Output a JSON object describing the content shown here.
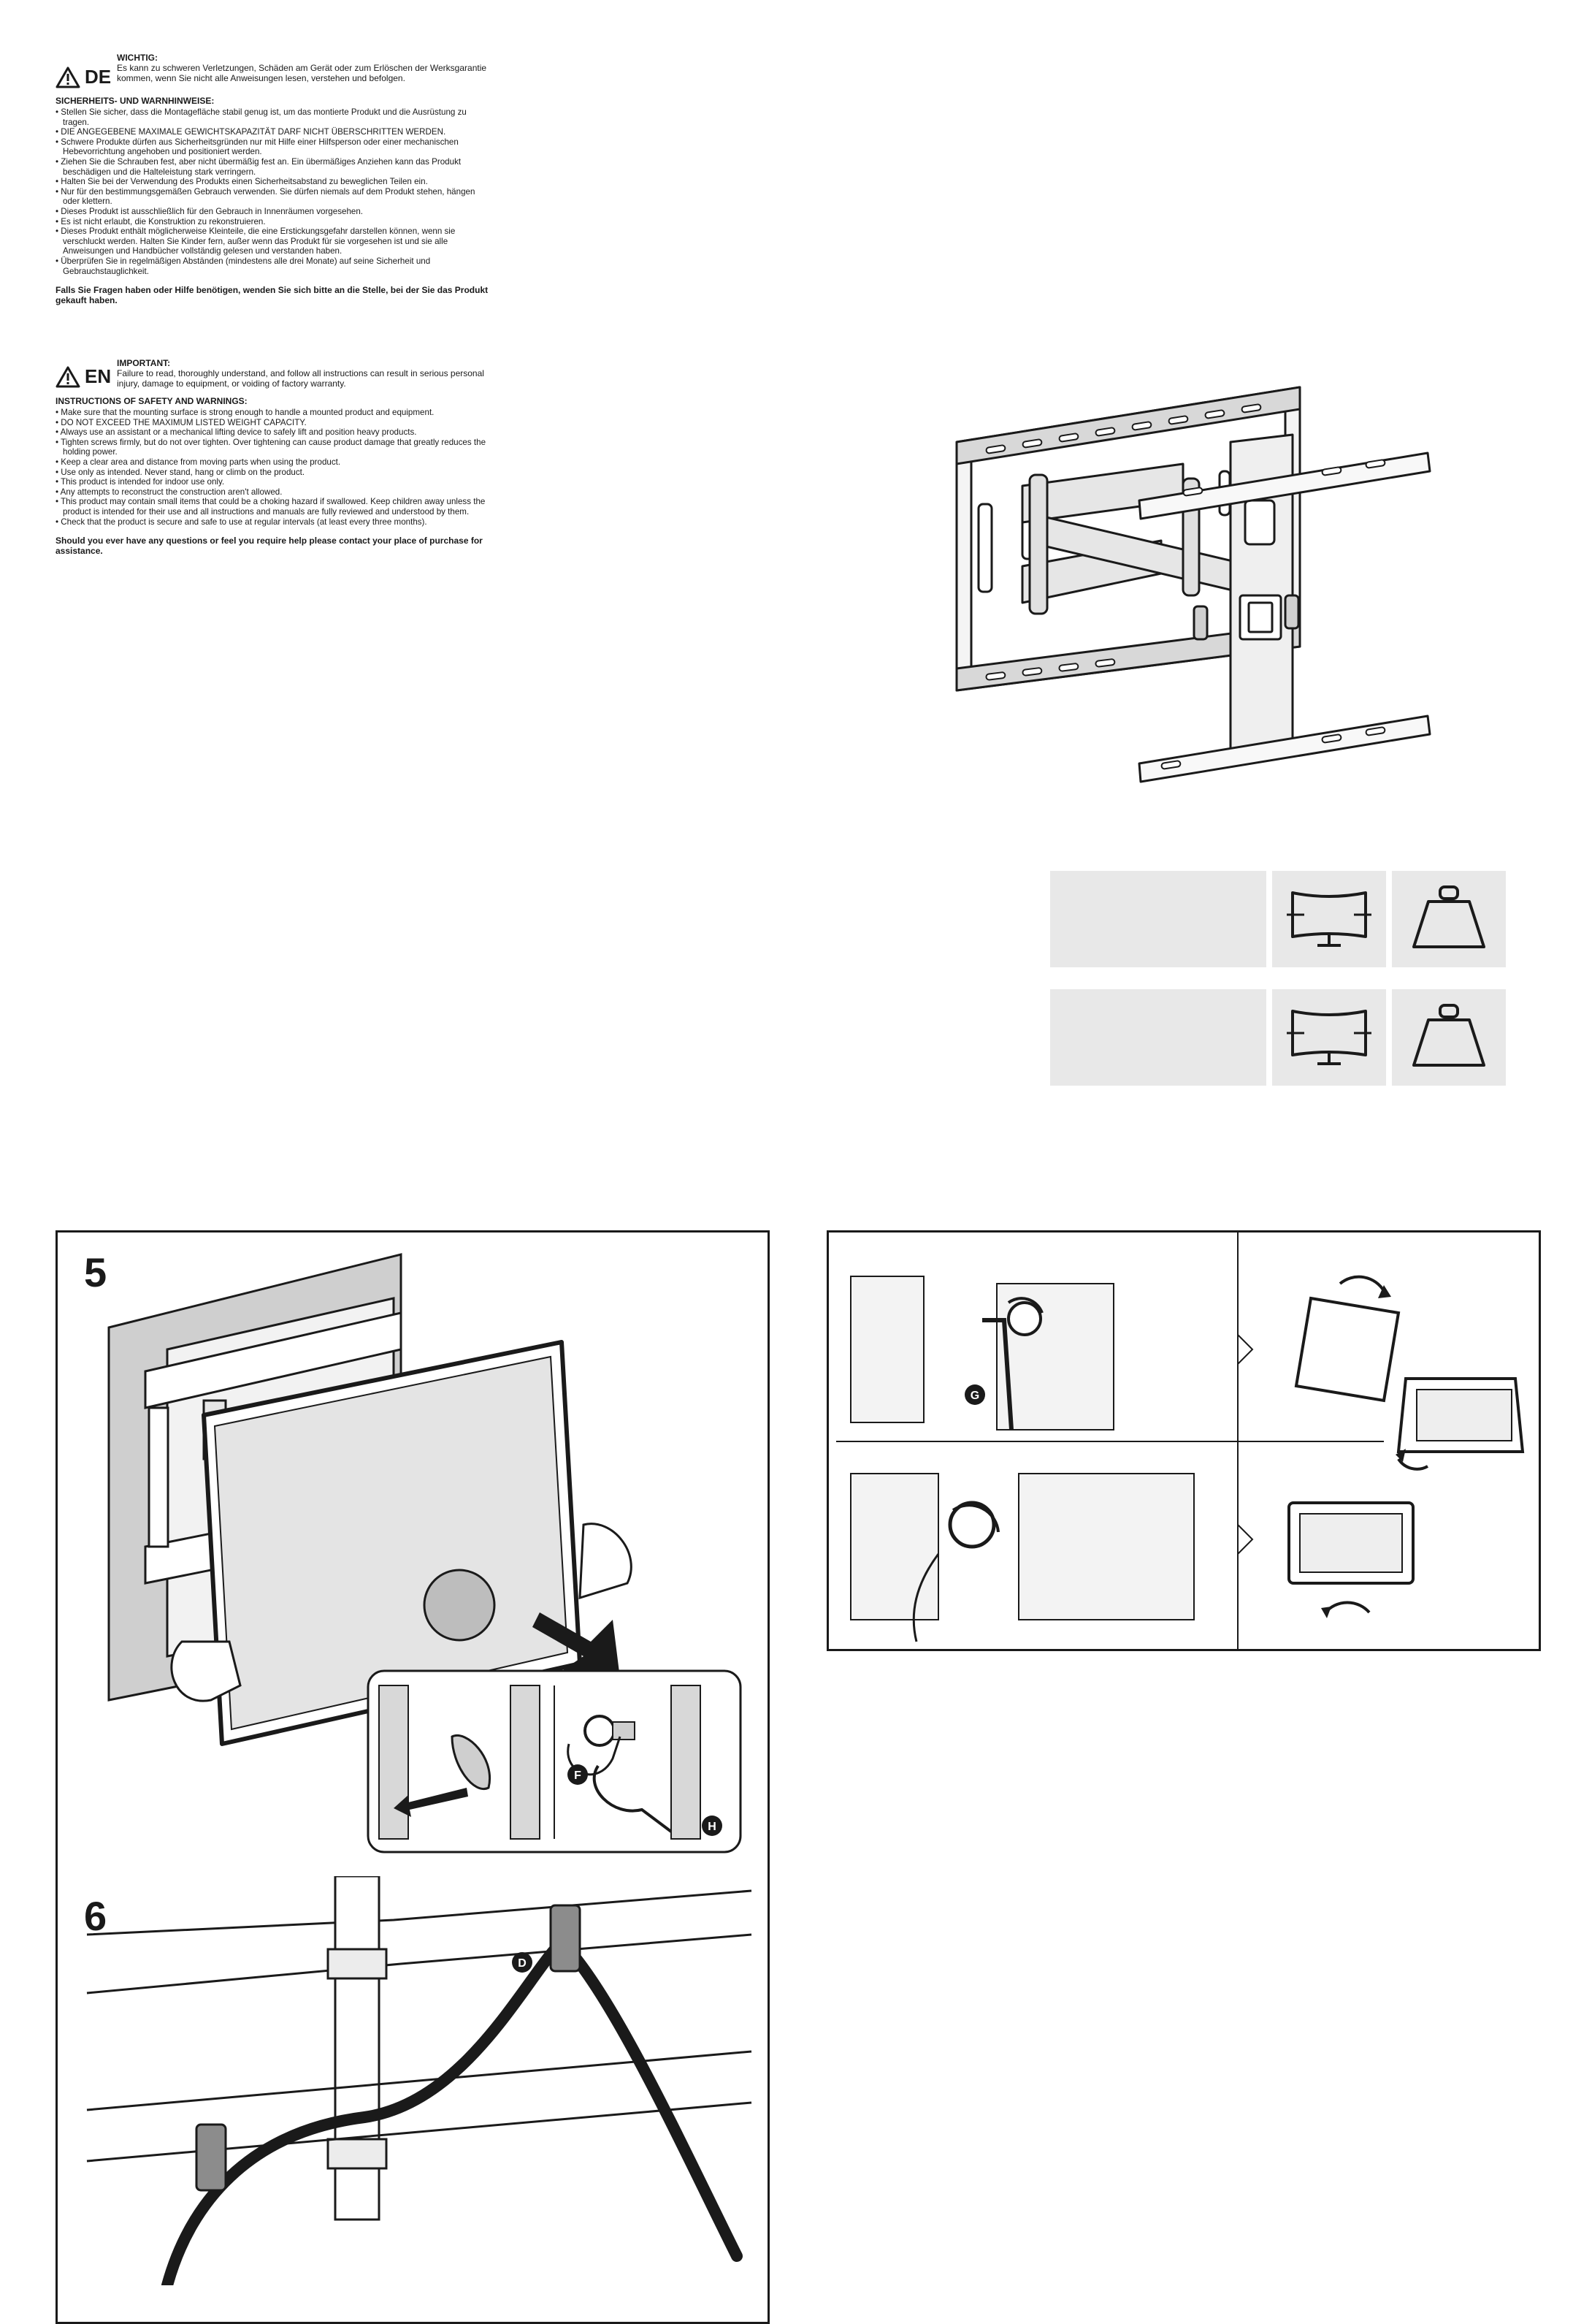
{
  "de": {
    "code": "DE",
    "important_title": "WICHTIG:",
    "important_text": "Es kann zu schweren Verletzungen, Schäden am Gerät oder zum Erlöschen der Werksgarantie kommen, wenn Sie nicht alle Anweisungen lesen, verstehen und befolgen.",
    "safety_title": "SICHERHEITS- UND WARNHINWEISE:",
    "items": [
      "Stellen Sie sicher, dass die Montagefläche stabil genug ist, um das montierte Produkt und die Ausrüstung zu tragen.",
      "DIE ANGEGEBENE MAXIMALE GEWICHTSKAPAZITÄT DARF NICHT ÜBERSCHRITTEN WERDEN.",
      "Schwere Produkte dürfen aus Sicherheitsgründen nur mit Hilfe einer Hilfsperson oder einer mechanischen Hebevorrichtung angehoben und positioniert werden.",
      "Ziehen Sie die Schrauben fest, aber nicht übermäßig fest an. Ein übermäßiges Anziehen kann das Produkt beschädigen und die Halteleistung stark verringern.",
      "Halten Sie bei der Verwendung des Produkts einen Sicherheitsabstand zu beweglichen Teilen ein.",
      "Nur für den bestimmungsgemäßen Gebrauch verwenden. Sie dürfen niemals auf dem Produkt stehen, hängen oder klettern.",
      "Dieses Produkt ist ausschließlich für den Gebrauch in Innenräumen vorgesehen.",
      "Es ist nicht erlaubt, die Konstruktion zu rekonstruieren.",
      "Dieses Produkt enthält möglicherweise Kleinteile, die eine Erstickungsgefahr darstellen können, wenn sie verschluckt werden. Halten Sie Kinder fern, außer wenn das Produkt für sie vorgesehen ist und sie alle Anweisungen und Handbücher vollständig gelesen und verstanden haben.",
      "Überprüfen Sie in regelmäßigen Abständen (mindestens alle drei Monate) auf seine Sicherheit und Gebrauchstauglichkeit."
    ],
    "contact": "Falls Sie Fragen haben oder Hilfe benötigen, wenden Sie sich bitte an die Stelle, bei der Sie das Produkt gekauft haben."
  },
  "en": {
    "code": "EN",
    "important_title": "IMPORTANT:",
    "important_text": "Failure to read, thoroughly understand, and follow all instructions can result in serious personal injury, damage to equipment, or voiding of factory warranty.",
    "safety_title": "INSTRUCTIONS OF SAFETY AND WARNINGS:",
    "items": [
      "Make sure that the mounting surface is strong enough to handle a mounted product and equipment.",
      "DO NOT EXCEED THE MAXIMUM LISTED WEIGHT CAPACITY.",
      "Always use an assistant or a mechanical lifting device to safely lift and position heavy products.",
      "Tighten screws firmly, but do not over tighten. Over tightening can cause product damage that greatly reduces the holding power.",
      "Keep a clear area and distance from moving parts when using the product.",
      "Use only as intended. Never stand, hang or climb on the product.",
      "This product is intended for indoor use only.",
      "Any attempts to reconstruct the construction aren't allowed.",
      "This product may contain small items that could be a choking hazard if swallowed. Keep children away unless the product is intended for their use and all instructions and manuals are fully reviewed and understood by them.",
      "Check that the product is secure and safe to use at regular intervals (at least every three months)."
    ],
    "contact": "Should you ever have any questions or feel you require help please contact your place of purchase for assistance."
  },
  "steps": {
    "step5": "5",
    "step6": "6"
  },
  "callouts": {
    "F": "F",
    "H": "H",
    "G": "G",
    "D": "D"
  },
  "icons": [
    "warning-icon",
    "tv-size-icon",
    "weight-icon",
    "rotate-arrow-icon"
  ]
}
